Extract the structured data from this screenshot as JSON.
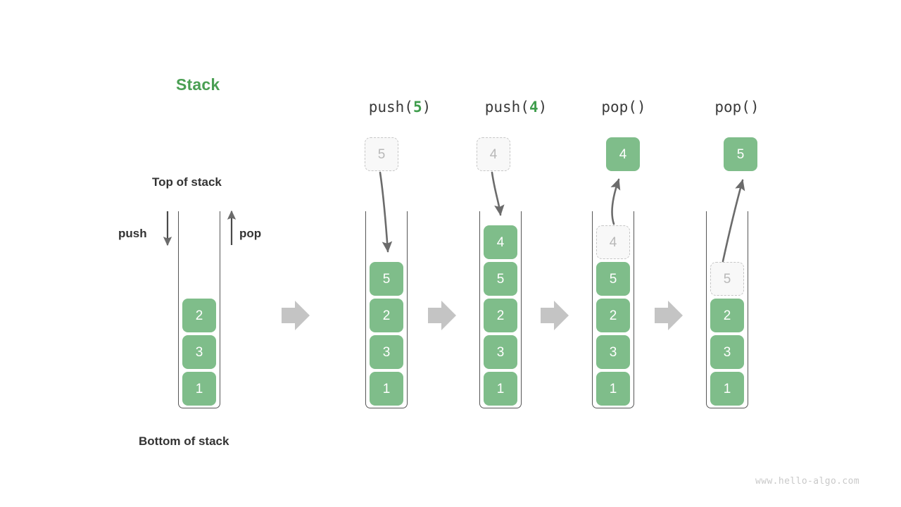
{
  "title": "Stack",
  "title_color": "#4a9f53",
  "labels": {
    "top_of_stack": "Top of stack",
    "bottom_of_stack": "Bottom of stack",
    "push": "push",
    "pop": "pop"
  },
  "colors": {
    "element_fill": "#7fbd8a",
    "element_text": "#ffffff",
    "ghost_fill": "#f8f8f8",
    "ghost_border": "#c6c6c6",
    "ghost_text": "#b8b8b8",
    "container_stroke": "#555555",
    "transition_arrow": "#c4c4c4",
    "motion_arrow": "#6b6b6b",
    "watermark": "#c9c9c9"
  },
  "watermark": "www.hello-algo.com",
  "columns": [
    {
      "id": "initial",
      "op_label": null,
      "op_name": null,
      "op_arg": null,
      "floating": null,
      "cells": [
        {
          "value": "2",
          "state": "solid"
        },
        {
          "value": "3",
          "state": "solid"
        },
        {
          "value": "1",
          "state": "solid"
        }
      ]
    },
    {
      "id": "push-5",
      "op_label": "push(",
      "op_name": "push",
      "op_arg": "5",
      "op_close": ")",
      "floating": {
        "value": "5",
        "state": "ghost"
      },
      "motion": "down",
      "cells": [
        {
          "value": "5",
          "state": "solid"
        },
        {
          "value": "2",
          "state": "solid"
        },
        {
          "value": "3",
          "state": "solid"
        },
        {
          "value": "1",
          "state": "solid"
        }
      ]
    },
    {
      "id": "push-4",
      "op_label": "push(",
      "op_name": "push",
      "op_arg": "4",
      "op_close": ")",
      "floating": {
        "value": "4",
        "state": "ghost"
      },
      "motion": "down",
      "cells": [
        {
          "value": "4",
          "state": "solid"
        },
        {
          "value": "5",
          "state": "solid"
        },
        {
          "value": "2",
          "state": "solid"
        },
        {
          "value": "3",
          "state": "solid"
        },
        {
          "value": "1",
          "state": "solid"
        }
      ]
    },
    {
      "id": "pop-4",
      "op_label": "pop(",
      "op_name": "pop",
      "op_arg": "",
      "op_close": ")",
      "floating": {
        "value": "4",
        "state": "solid"
      },
      "motion": "up",
      "cells": [
        {
          "value": "4",
          "state": "ghost"
        },
        {
          "value": "5",
          "state": "solid"
        },
        {
          "value": "2",
          "state": "solid"
        },
        {
          "value": "3",
          "state": "solid"
        },
        {
          "value": "1",
          "state": "solid"
        }
      ]
    },
    {
      "id": "pop-5",
      "op_label": "pop(",
      "op_name": "pop",
      "op_arg": "",
      "op_close": ")",
      "floating": {
        "value": "5",
        "state": "solid"
      },
      "motion": "up",
      "cells": [
        {
          "value": "5",
          "state": "ghost"
        },
        {
          "value": "2",
          "state": "solid"
        },
        {
          "value": "3",
          "state": "solid"
        },
        {
          "value": "1",
          "state": "solid"
        }
      ]
    }
  ],
  "transition_arrows": 4
}
